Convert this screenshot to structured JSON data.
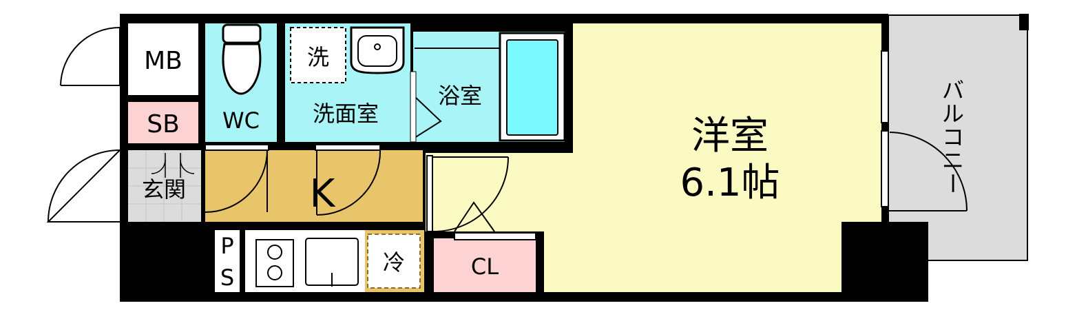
{
  "floorplan": {
    "rooms": {
      "mb": "MB",
      "sb": "SB",
      "wc": "WC",
      "wash_basin": "洗",
      "washroom": "洗面室",
      "bathroom": "浴室",
      "western_room_name": "洋室",
      "western_room_size": "6.1帖",
      "kitchen": "K",
      "entrance": "玄関",
      "ps_top": "P",
      "ps_bottom": "S",
      "fridge": "冷",
      "closet": "CL",
      "balcony": [
        "バ",
        "ル",
        "コ",
        "ニ",
        "ー"
      ]
    },
    "colors": {
      "wall": "#000000",
      "western_room": "#fbfac2",
      "kitchen_floor": "#e8c56a",
      "wet_area": "#a8f4f7",
      "bathtub": "#7cf9ff",
      "storage_pink": "#fcd2d2",
      "entrance_floor": "#dcdcdc",
      "balcony_floor": "#dcdcdc"
    }
  }
}
